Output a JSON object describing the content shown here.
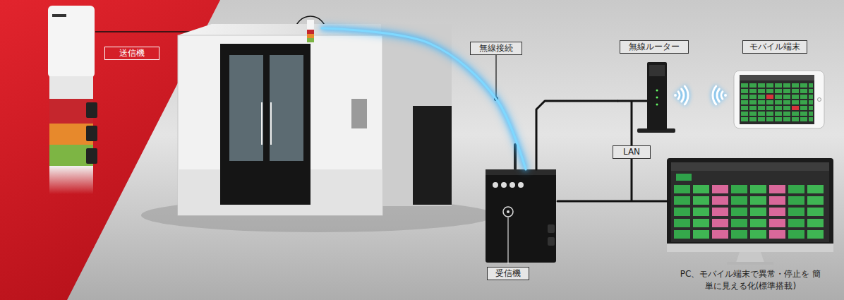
{
  "diagram": {
    "nodes": [
      {
        "text": [
          "送信機"
        ]
      },
      {
        "text": [
          "受信機"
        ]
      },
      {
        "text": [
          "無線ルーター"
        ]
      },
      {
        "text": [
          "モバイル端末"
        ]
      },
      {
        "text": [
          "PC、モバイル端末で異常・停止を 簡単に見える化(標準搭載)"
        ]
      }
    ],
    "edges": [
      {
        "from": 0,
        "to": 1,
        "arrow": "none",
        "label": "無線接続"
      },
      {
        "from": 1,
        "to": 2,
        "arrow": "none"
      },
      {
        "from": 1,
        "to": 4,
        "arrow": "none"
      }
    ],
    "labels": [
      "LAN"
    ]
  }
}
